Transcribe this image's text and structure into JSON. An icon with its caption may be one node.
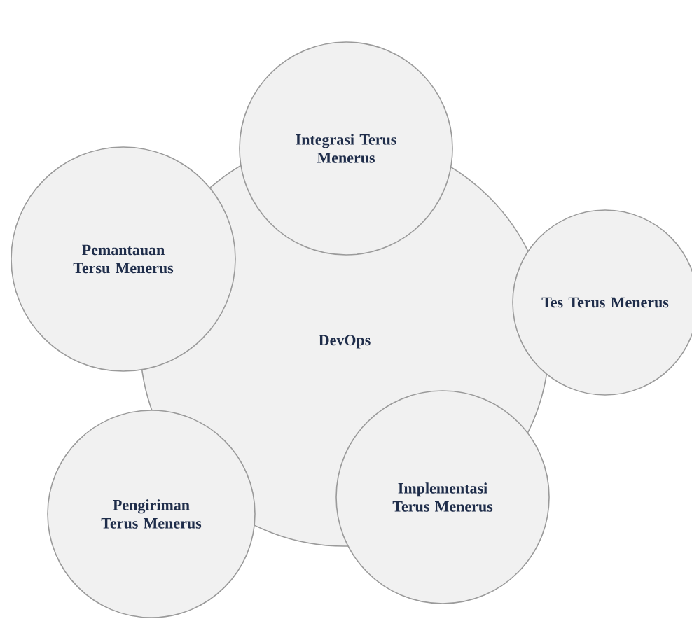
{
  "diagram": {
    "nodes": [
      {
        "text": [
          "DevOps"
        ]
      },
      {
        "text": [
          "Integrasi Terus Menerus"
        ]
      },
      {
        "text": [
          "Pemantauan Tersu Menerus"
        ]
      },
      {
        "text": [
          "Tes Terus Menerus"
        ]
      },
      {
        "text": [
          "Implementasi Terus Menerus"
        ]
      },
      {
        "text": [
          "Pengiriman Terus Menerus"
        ]
      }
    ]
  }
}
